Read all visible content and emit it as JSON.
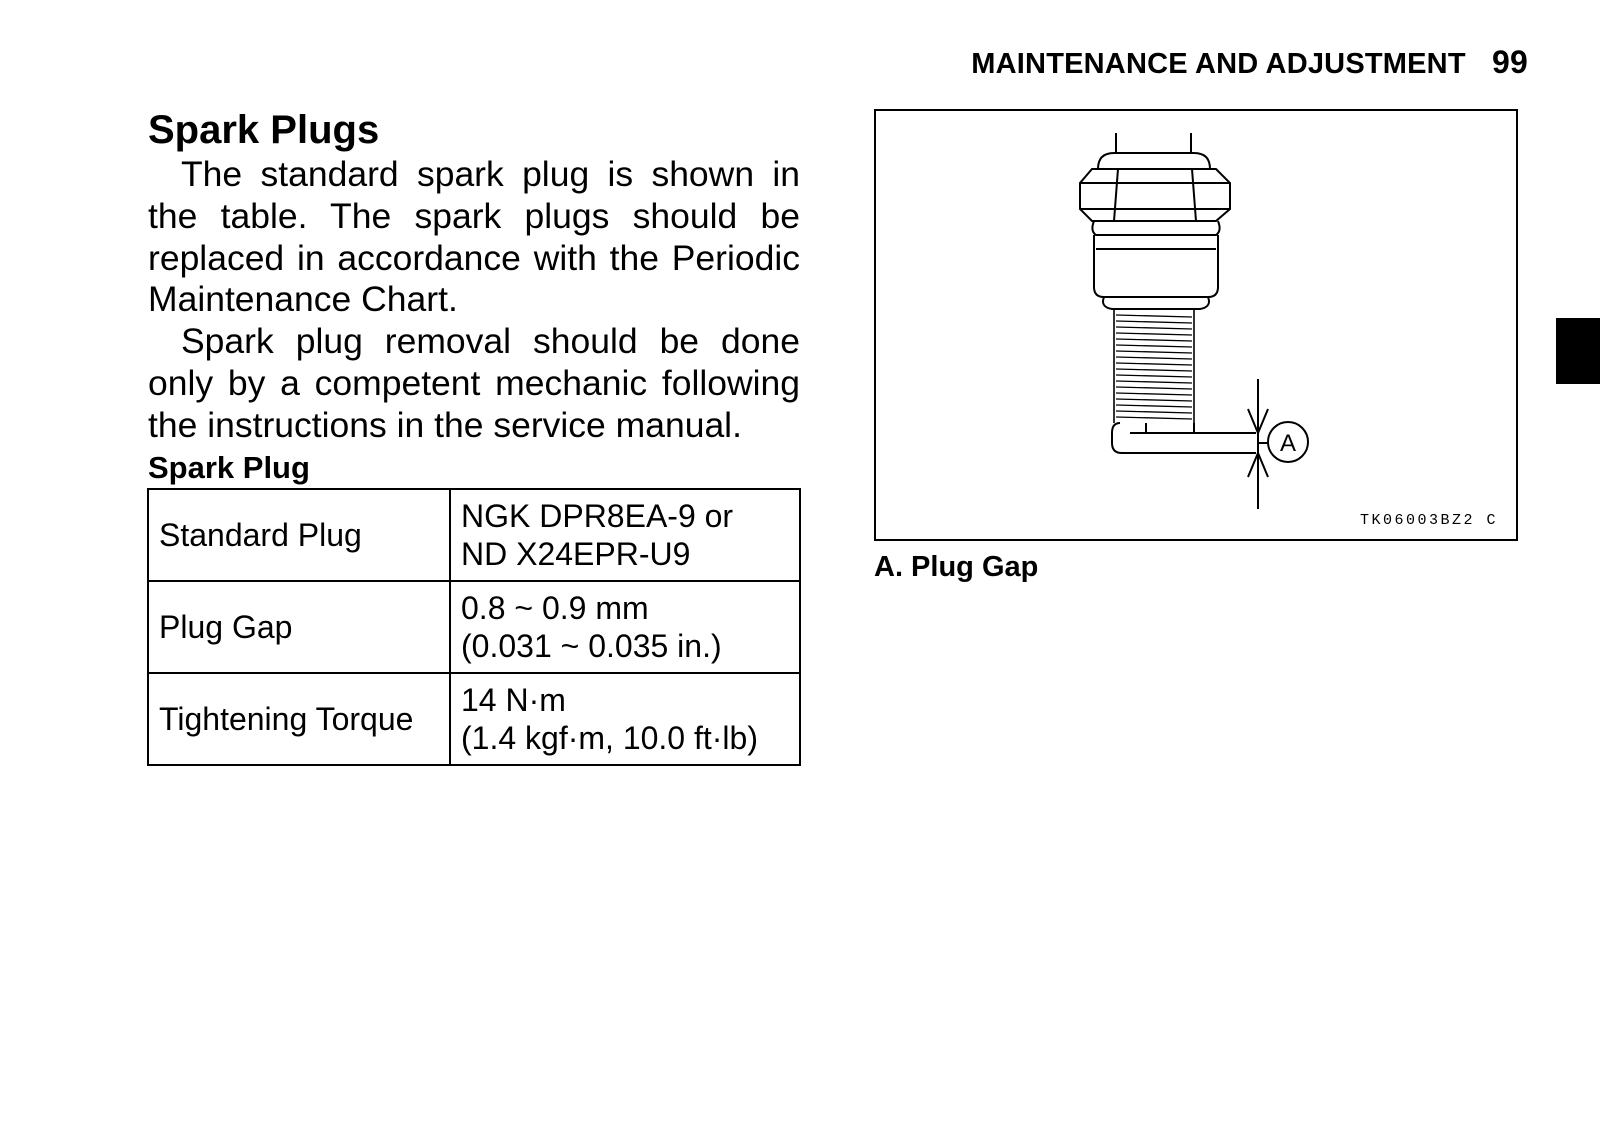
{
  "header": {
    "section": "MAINTENANCE AND ADJUSTMENT",
    "page_number": "99"
  },
  "section": {
    "title": "Spark Plugs",
    "paragraph1": "The standard spark plug is shown in the table.  The spark plugs should be replaced in accordance with the Peri­odic Maintenance Chart.",
    "paragraph2": "Spark plug removal should be done only by a competent mechanic follow­ing the instructions in the service man­ual."
  },
  "table": {
    "title": "Spark Plug",
    "rows": [
      {
        "label": "Standard Plug",
        "value_line1": "NGK DPR8EA-9 or",
        "value_line2": "ND X24EPR-U9"
      },
      {
        "label": "Plug Gap",
        "value_line1": "0.8 ~ 0.9 mm",
        "value_line2": "(0.031 ~ 0.035 in.)"
      },
      {
        "label": "Tightening Torque",
        "value_line1": "14 N·m",
        "value_line2": "(1.4 kgf·m, 10.0 ft·lb)"
      }
    ]
  },
  "figure": {
    "callout_letter": "A",
    "code": "TK06003BZ2 C",
    "caption": "A. Plug Gap"
  }
}
